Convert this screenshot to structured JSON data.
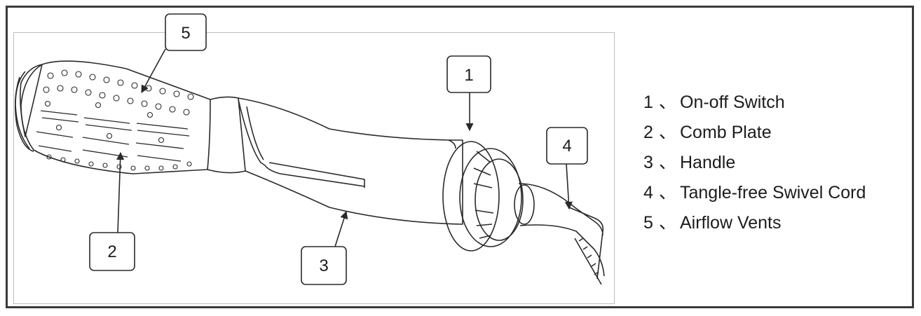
{
  "diagram": {
    "callouts": [
      {
        "id": "1",
        "label": "1"
      },
      {
        "id": "2",
        "label": "2"
      },
      {
        "id": "3",
        "label": "3"
      },
      {
        "id": "4",
        "label": "4"
      },
      {
        "id": "5",
        "label": "5"
      }
    ],
    "legend": [
      {
        "num": "1",
        "sep": "、",
        "text": "On-off Switch"
      },
      {
        "num": "2",
        "sep": "、",
        "text": "Comb Plate"
      },
      {
        "num": "3",
        "sep": "、",
        "text": "Handle"
      },
      {
        "num": "4",
        "sep": "、",
        "text": "Tangle-free Swivel Cord"
      },
      {
        "num": "5",
        "sep": "、",
        "text": "Airflow Vents"
      }
    ],
    "colors": {
      "line": "#2a2a2a",
      "frame": "#3a3a3a",
      "inner_border": "#bdbdbd"
    }
  }
}
